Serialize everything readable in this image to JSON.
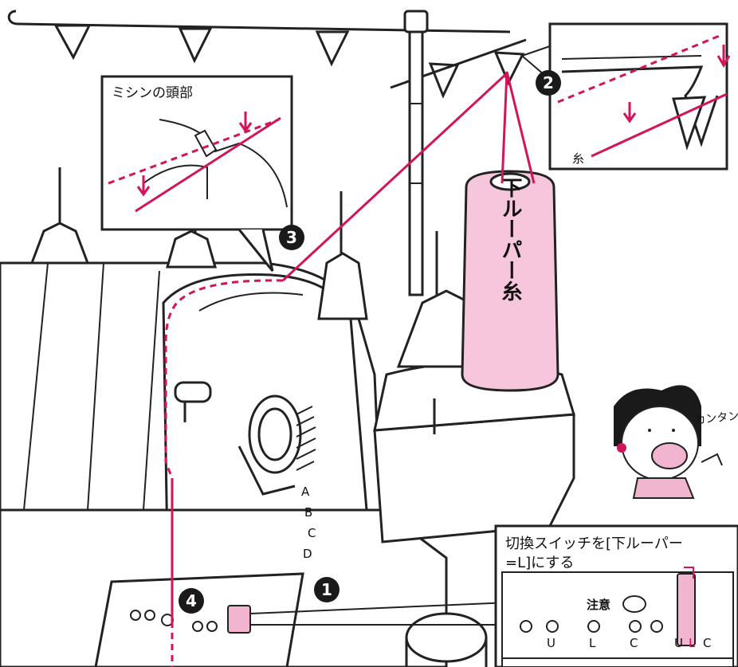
{
  "colors": {
    "thread": "#d4145a",
    "cone": "#f6c6dc",
    "switch": "#f2b5cf",
    "line": "#222222",
    "badge": "#1a1a1a"
  },
  "spool_label": "下ルーパー糸",
  "inset_head": {
    "title": "ミシンの頭部"
  },
  "inset_guide": {
    "thread_label": "糸"
  },
  "inset_switch": {
    "instruction_line1": "切換スイッチを[下ルーパー",
    "instruction_line2": "=L]にする",
    "caution_label": "注意",
    "switch_labels": [
      "U",
      "L",
      "C"
    ],
    "selector_labels": [
      "U",
      "L",
      "C"
    ]
  },
  "dial_letters": [
    "A",
    "B",
    "C",
    "D"
  ],
  "steps": [
    "1",
    "2",
    "3",
    "4"
  ],
  "character": {
    "speech": "カンタン"
  }
}
